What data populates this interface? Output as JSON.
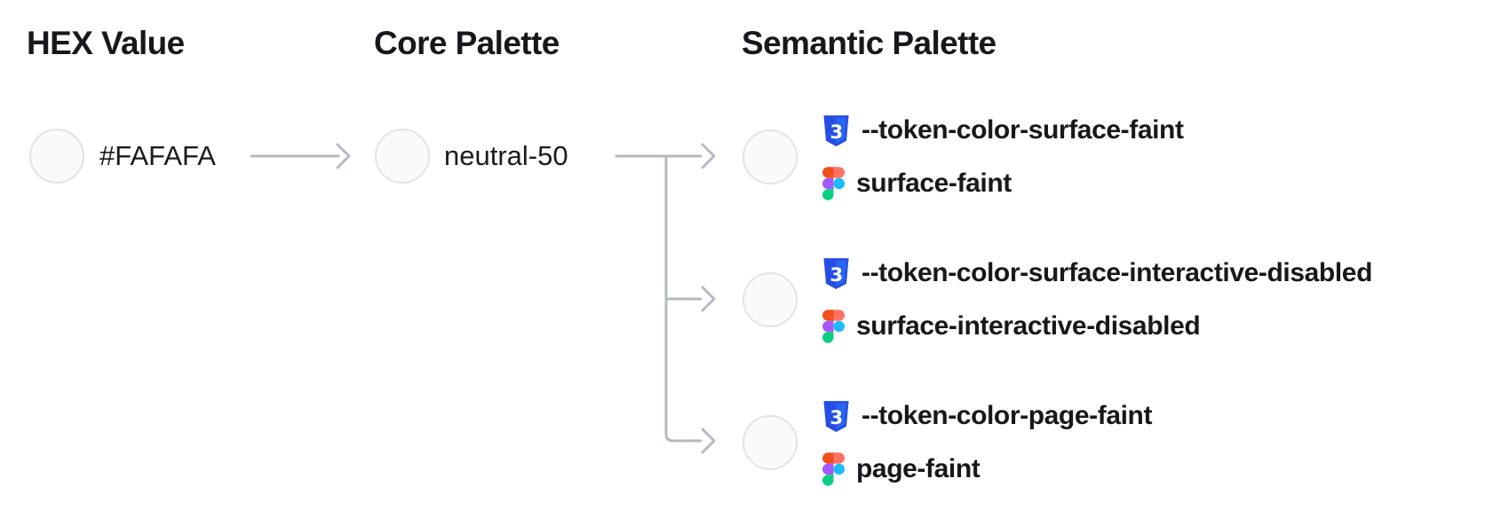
{
  "diagram": {
    "columns": [
      {
        "title": "HEX Value"
      },
      {
        "title": "Core Palette"
      },
      {
        "title": "Semantic Palette"
      }
    ],
    "hex": {
      "label": "#FAFAFA",
      "swatch_color": "#FAFAFA"
    },
    "core": {
      "label": "neutral-50",
      "swatch_color": "#FAFAFA"
    },
    "semantic_tokens": [
      {
        "css_variable": "--token-color-surface-faint",
        "figma_style": "surface-faint",
        "swatch_color": "#FAFAFA"
      },
      {
        "css_variable": "--token-color-surface-interactive-disabled",
        "figma_style": "surface-interactive-disabled",
        "swatch_color": "#FAFAFA"
      },
      {
        "css_variable": "--token-color-page-faint",
        "figma_style": "page-faint",
        "swatch_color": "#FAFAFA"
      }
    ],
    "icons": {
      "css": "css3-shield-icon",
      "figma": "figma-logo-icon"
    },
    "colors": {
      "background": "#FFFFFF",
      "heading_text": "#17181B",
      "body_text": "#1A1B1E",
      "connector_gray": "#B4B9C2",
      "swatch_fill": "#FAFAFA",
      "swatch_border": "#E2E3E7",
      "css_badge_blue": "#264DE4",
      "css_badge_blue_light": "#2965F1",
      "figma_orange": "#F24E1E",
      "figma_salmon": "#FF7262",
      "figma_purple": "#A259FF",
      "figma_blue": "#1ABCFE",
      "figma_green": "#0ACF83"
    }
  }
}
